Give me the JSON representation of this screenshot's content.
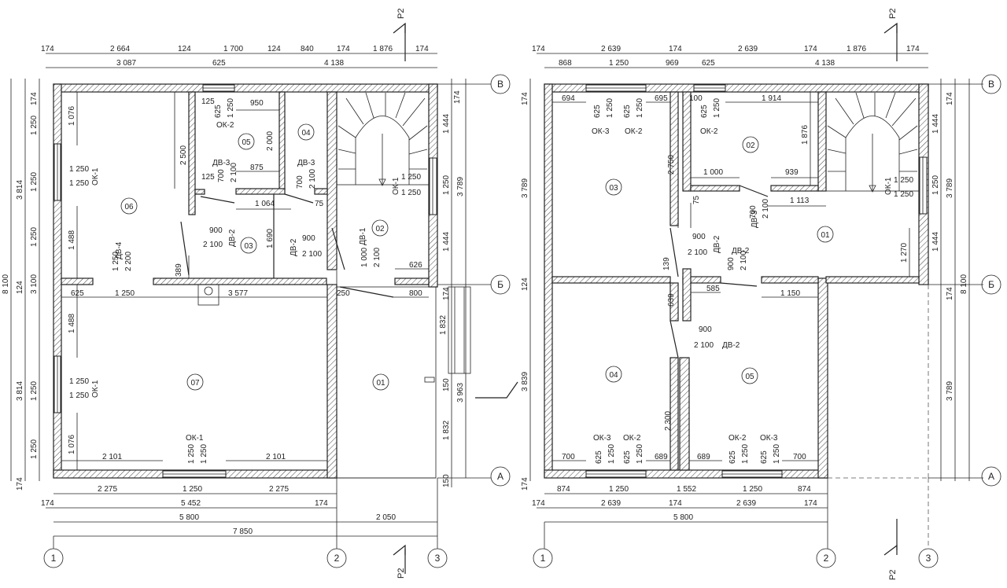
{
  "section_marker": "Р2",
  "left_plan": {
    "axes_bottom": [
      "1",
      "2",
      "3"
    ],
    "axes_right": [
      "В",
      "Б",
      "А"
    ],
    "rooms": [
      "06",
      "05",
      "04",
      "03",
      "02",
      "07",
      "01"
    ],
    "top_dims_row1": [
      "174",
      "2 664",
      "124",
      "1 700",
      "124",
      "840",
      "174",
      "1 876",
      "174"
    ],
    "top_dims_row2": [
      "3 087",
      "625",
      "4 138"
    ],
    "bottom_dims_row1": [
      "2 275",
      "1 250",
      "2 275"
    ],
    "bottom_dims_row2": [
      "174",
      "5 452",
      "174"
    ],
    "bottom_dims_row3": [
      "5 800",
      "2 050"
    ],
    "bottom_dims_row4": [
      "7 850"
    ],
    "left_dims_outer": [
      "8 100"
    ],
    "left_dims_mid": [
      "3 814",
      "124",
      "3 100",
      "3 814"
    ],
    "left_dims_inner": [
      "174",
      "1 250",
      "1 250",
      "1 250",
      "1 250",
      "1 250",
      "174"
    ],
    "right_dims_inner": [
      "174",
      "1 444",
      "1 250",
      "1 444",
      "174",
      "1 832",
      "150",
      "150"
    ],
    "right_dims_mid": [
      "3 789",
      "3 963"
    ],
    "window_labels": [
      {
        "code": "ОК-1",
        "w": "1 250",
        "h": "1 250"
      },
      {
        "code": "ОК-2",
        "w": "625",
        "h": "1 250"
      },
      {
        "code": "ОК-1",
        "w": "1 250",
        "h": "1 250"
      },
      {
        "code": "ОК-1",
        "w": "1 250",
        "h": "1 250"
      },
      {
        "code": "ОК-1",
        "w": "1 250",
        "h": "1 250"
      }
    ],
    "door_labels": [
      {
        "code": "ДВ-4",
        "w": "1 250",
        "h": "2 200"
      },
      {
        "code": "ДВ-3",
        "w": "700",
        "h": "2 100"
      },
      {
        "code": "ДВ-3",
        "w": "700",
        "h": "2 100"
      },
      {
        "code": "ДВ-2",
        "w": "900",
        "h": "2 100"
      },
      {
        "code": "ДВ-2",
        "w": "900",
        "h": "2 100"
      },
      {
        "code": "ДВ-1",
        "w": "1 000",
        "h": "2 100"
      }
    ],
    "inner_dims": [
      "1 076",
      "1 488",
      "2 500",
      "125",
      "950",
      "2 000",
      "125",
      "875",
      "1 064",
      "75",
      "1 690",
      "389",
      "625",
      "1 250",
      "3 577",
      "250",
      "800",
      "626",
      "1 488",
      "1 076",
      "2 101",
      "2 101",
      "1 832"
    ]
  },
  "right_plan": {
    "axes_bottom": [
      "1",
      "2",
      "3"
    ],
    "axes_right": [
      "В",
      "Б",
      "А"
    ],
    "rooms": [
      "03",
      "02",
      "01",
      "04",
      "05"
    ],
    "top_dims_row1": [
      "174",
      "2 639",
      "174",
      "2 639",
      "174",
      "1 876",
      "174"
    ],
    "top_dims_row2": [
      "868",
      "1 250",
      "969",
      "625",
      "4 138"
    ],
    "bottom_dims_row1": [
      "874",
      "1 250",
      "1 552",
      "1 250",
      "874"
    ],
    "bottom_dims_row2": [
      "174",
      "2 639",
      "174",
      "2 639",
      "174"
    ],
    "bottom_dims_row3": [
      "5 800"
    ],
    "left_dims_inner": [
      "174",
      "3 789",
      "124",
      "3 839",
      "174"
    ],
    "right_dims_inner": [
      "174",
      "1 444",
      "1 250",
      "1 444",
      "174"
    ],
    "right_dims_mid": [
      "3 789",
      "3 789"
    ],
    "right_dims_outer": [
      "8 100"
    ],
    "window_labels": [
      {
        "code": "ОК-3",
        "w": "625",
        "h": "1 250"
      },
      {
        "code": "ОК-2",
        "w": "625",
        "h": "1 250"
      },
      {
        "code": "ОК-2",
        "w": "625",
        "h": "1 250"
      },
      {
        "code": "ОК-1",
        "w": "1 250",
        "h": "1 250"
      },
      {
        "code": "ОК-3",
        "w": "625",
        "h": "1 250"
      },
      {
        "code": "ОК-2",
        "w": "625",
        "h": "1 250"
      },
      {
        "code": "ОК-2",
        "w": "625",
        "h": "1 250"
      },
      {
        "code": "ОК-3",
        "w": "625",
        "h": "1 250"
      }
    ],
    "door_labels": [
      {
        "code": "ДВ-3",
        "w": "700",
        "h": "2 100"
      },
      {
        "code": "ДВ-2",
        "w": "900",
        "h": "2 100"
      },
      {
        "code": "ДВ-2",
        "w": "900",
        "h": "2 100"
      },
      {
        "code": "ДВ-2",
        "w": "900",
        "h": "2 100"
      }
    ],
    "inner_dims": [
      "694",
      "695",
      "100",
      "1 914",
      "2 750",
      "1 876",
      "1 000",
      "939",
      "75",
      "1 113",
      "1 270",
      "139",
      "639",
      "585",
      "1 150",
      "2 300",
      "700",
      "689",
      "689",
      "700"
    ]
  }
}
